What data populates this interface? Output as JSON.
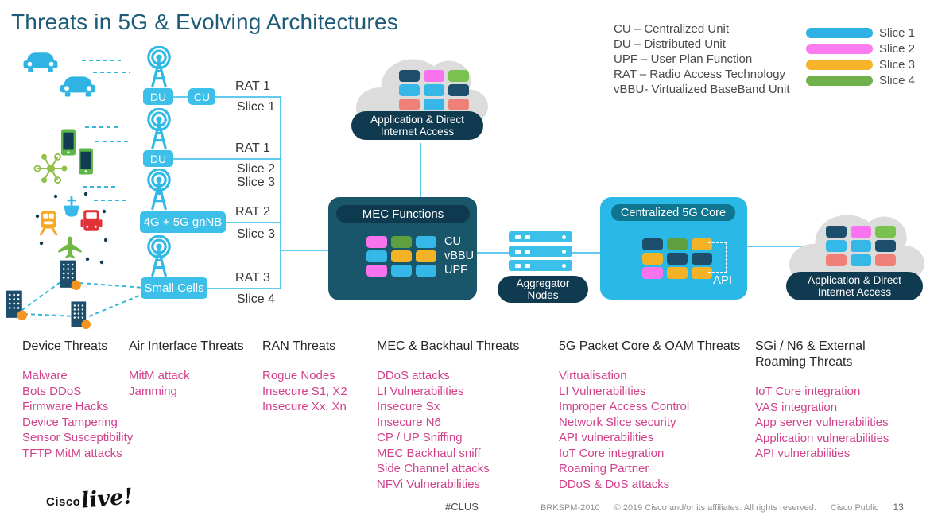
{
  "title": "Threats in 5G & Evolving Architectures",
  "legend": {
    "abbr_lines": [
      "CU   –   Centralized Unit",
      "DU   –   Distributed Unit",
      "UPF  –  User Plan Function",
      "RAT  –  Radio Access Technology",
      "vBBU-  Virtualized BaseBand Unit"
    ],
    "slices": [
      {
        "label": "Slice 1",
        "color": "#2eb3e4"
      },
      {
        "label": "Slice 2",
        "color": "#fb7cf0"
      },
      {
        "label": "Slice 3",
        "color": "#f6b32b"
      },
      {
        "label": "Slice 4",
        "color": "#70b14b"
      }
    ]
  },
  "ran": {
    "du_top": "DU",
    "cu": "CU",
    "du_mid": "DU",
    "gnnb": "4G + 5G gnNB",
    "small_cells": "Small Cells",
    "links": [
      {
        "rat": "RAT 1",
        "slice_a": "Slice 1"
      },
      {
        "rat": "RAT 1",
        "slice_a": "Slice 2",
        "slice_b": "Slice 3"
      },
      {
        "rat": "RAT 2",
        "slice_a": "Slice 3"
      },
      {
        "rat": "RAT 3",
        "slice_a": "Slice 4"
      }
    ]
  },
  "clouds": {
    "app_line1": "Application & Direct",
    "app_line2": "Internet Access"
  },
  "mec": {
    "title": "MEC Functions",
    "row_labels": [
      "CU",
      "vBBU",
      "UPF"
    ]
  },
  "aggregator": {
    "label_line1": "Aggregator",
    "label_line2": "Nodes"
  },
  "core": {
    "title": "Centralized  5G Core",
    "api": "API"
  },
  "grids": {
    "cloud_top": [
      [
        "#1d4e6b",
        "#f973ef",
        "#79c24f"
      ],
      [
        "#35b8e8",
        "#35b8e8",
        "#1d4e6b"
      ],
      [
        "#ef8078",
        "#35b8e8",
        "#ef8078"
      ]
    ],
    "cloud_right": [
      [
        "#1d4e6b",
        "#f973ef",
        "#79c24f"
      ],
      [
        "#35b8e8",
        "#35b8e8",
        "#1d4e6b"
      ],
      [
        "#ef8078",
        "#35b8e8",
        "#ef8078"
      ]
    ],
    "mec": [
      [
        "#f973ef",
        "#5f9f3f",
        "#35b8e8"
      ],
      [
        "#35b8e8",
        "#f4b327",
        "#f4b327"
      ],
      [
        "#f973ef",
        "#35b8e8",
        "#35b8e8"
      ]
    ],
    "core": [
      [
        "#1d4e6b",
        "#5f9f3f",
        "#f4b327"
      ],
      [
        "#f4b327",
        "#1d4e6b",
        "#1d4e6b"
      ],
      [
        "#f973ef",
        "#f4b327",
        "#f4b327"
      ]
    ]
  },
  "threats": [
    {
      "title": "Device Threats",
      "items": [
        "Malware",
        "Bots DDoS",
        "Firmware Hacks",
        "Device Tampering",
        "Sensor Susceptibility",
        "TFTP MitM attacks"
      ]
    },
    {
      "title": "Air Interface Threats",
      "items": [
        "MitM attack",
        "Jamming"
      ]
    },
    {
      "title": "RAN Threats",
      "items": [
        "Rogue Nodes",
        "Insecure S1, X2",
        "Insecure Xx, Xn"
      ]
    },
    {
      "title": "MEC & Backhaul Threats",
      "items": [
        "DDoS attacks",
        "LI Vulnerabilities",
        "Insecure Sx",
        "Insecure N6",
        "CP / UP Sniffing",
        "MEC Backhaul sniff",
        "Side Channel attacks",
        "NFVi Vulnerabilities"
      ]
    },
    {
      "title": "5G Packet Core & OAM Threats",
      "items": [
        "Virtualisation",
        "LI Vulnerabilities",
        "Improper Access Control",
        "Network Slice security",
        "API vulnerabilities",
        "IoT Core integration",
        "Roaming Partner",
        "DDoS & DoS attacks"
      ]
    },
    {
      "title": "SGi / N6 & External",
      "title2": "Roaming Threats",
      "items": [
        "IoT Core integration",
        "VAS  integration",
        "App server vulnerabilities",
        "Application vulnerabilities",
        "API vulnerabilities"
      ]
    }
  ],
  "footer": {
    "logo_cisco": "Cisco",
    "logo_live": "live!",
    "hashtag": "#CLUS",
    "session": "BRKSPM-2010",
    "copyright": "© 2019  Cisco and/or its affiliates. All rights reserved.",
    "classification": "Cisco Public",
    "page": "13"
  }
}
